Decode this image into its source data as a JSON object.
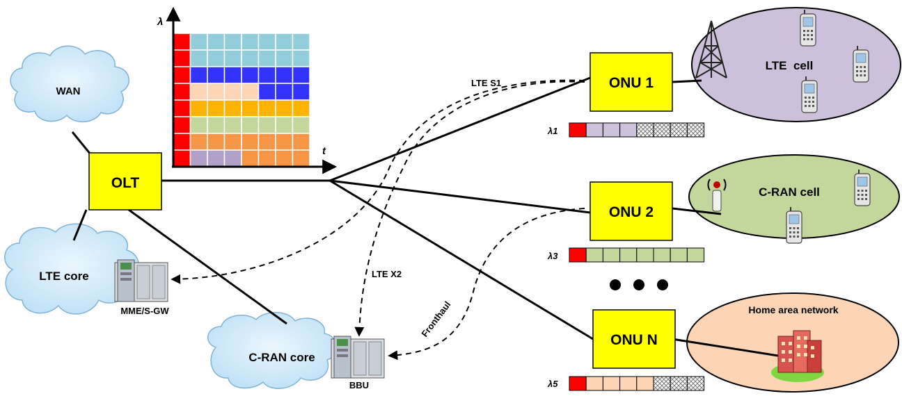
{
  "nodes": {
    "olt": "OLT",
    "onu1": "ONU 1",
    "onu2": "ONU 2",
    "onuN": "ONU N"
  },
  "clouds": {
    "wan": "WAN",
    "lte_core": "LTE core",
    "cran_core": "C-RAN core"
  },
  "equipment": {
    "mme": "MME/S-GW",
    "bbu": "BBU"
  },
  "cells": {
    "lte": "LTE  cell",
    "cran": "C-RAN cell",
    "home": "Home area network"
  },
  "links": {
    "s1": "LTE S1",
    "x2": "LTE X2",
    "fronthaul": "Fronthaul"
  },
  "axes": {
    "y": "λ",
    "x": "t"
  },
  "wavelengths": {
    "w1": "λ1",
    "w3": "λ3",
    "w5": "λ5"
  },
  "colors": {
    "node_fill": "#ffff00",
    "lte_cell": "#ccc0da",
    "cran_cell": "#c3d69b",
    "home_cell": "#fbd5b5",
    "cloud": "#c6e4f7",
    "red": "#ff0000"
  },
  "grid_rows": [
    [
      "#ff0000",
      "#92cddc",
      "#92cddc",
      "#92cddc",
      "#92cddc",
      "#92cddc",
      "#92cddc",
      "#92cddc"
    ],
    [
      "#ff0000",
      "#92cddc",
      "#92cddc",
      "#92cddc",
      "#92cddc",
      "#92cddc",
      "#92cddc",
      "#92cddc"
    ],
    [
      "#ff0000",
      "#3333ff",
      "#3333ff",
      "#3333ff",
      "#3333ff",
      "#3333ff",
      "#3333ff",
      "#3333ff"
    ],
    [
      "#ff0000",
      "#fbd5b5",
      "#fbd5b5",
      "#fbd5b5",
      "#fbd5b5",
      "#3333ff",
      "#3333ff",
      "#3333ff"
    ],
    [
      "#ff0000",
      "#ffb300",
      "#ffb300",
      "#ffb300",
      "#ffb300",
      "#ffb300",
      "#ffb300",
      "#ffb300"
    ],
    [
      "#ff0000",
      "#c3d69b",
      "#c3d69b",
      "#c3d69b",
      "#c3d69b",
      "#c3d69b",
      "#c3d69b",
      "#c3d69b"
    ],
    [
      "#ff0000",
      "#f79646",
      "#f79646",
      "#f79646",
      "#f79646",
      "#f79646",
      "#f79646",
      "#f79646"
    ],
    [
      "#ff0000",
      "#b1a0c7",
      "#b1a0c7",
      "#b1a0c7",
      "#f79646",
      "#f79646",
      "#f79646",
      "#f79646"
    ]
  ],
  "slot_bars": [
    [
      "red",
      "#ccc0da",
      "#ccc0da",
      "#ccc0da",
      "hatch",
      "hatch",
      "hatch",
      "hatch"
    ],
    [
      "red",
      "#c3d69b",
      "#c3d69b",
      "#c3d69b",
      "#c3d69b",
      "#c3d69b",
      "#c3d69b",
      "#c3d69b"
    ],
    [
      "red",
      "#fbd5b5",
      "#fbd5b5",
      "#fbd5b5",
      "#fbd5b5",
      "hatch",
      "hatch",
      "hatch"
    ]
  ]
}
